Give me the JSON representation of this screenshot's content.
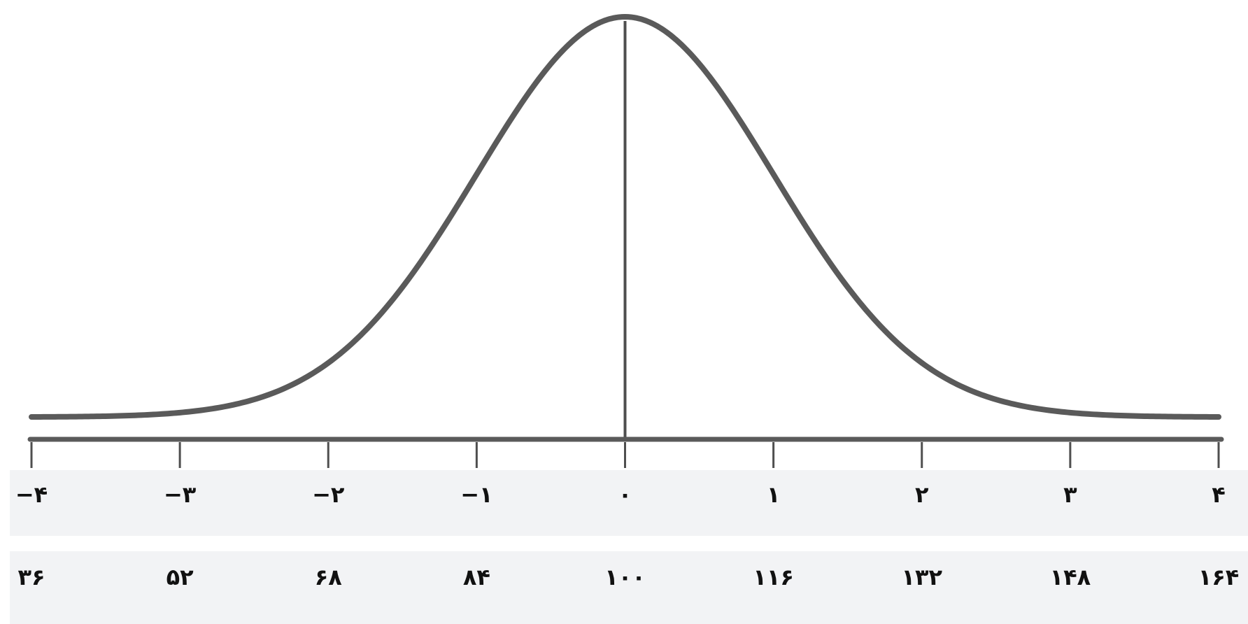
{
  "chart_data": {
    "type": "line",
    "title": "",
    "xlabel": "",
    "ylabel": "",
    "xlim": [
      -4,
      4
    ],
    "mean": 0,
    "std_dev": 1,
    "series": [
      {
        "x": [
          -4,
          -3,
          -2,
          -1,
          0,
          1,
          2,
          3,
          4
        ],
        "y": [
          0.0001,
          0.0044,
          0.054,
          0.242,
          0.399,
          0.242,
          0.054,
          0.0044,
          0.0001
        ]
      }
    ],
    "tick_values": [
      -4,
      -3,
      -2,
      -1,
      0,
      1,
      2,
      3,
      4
    ],
    "z_labels": [
      "−۴",
      "−۳",
      "−۲",
      "−۱",
      "۰",
      "۱",
      "۲",
      "۳",
      "۴"
    ],
    "score_labels": [
      "۳۶",
      "۵۲",
      "۶۸",
      "۸۴",
      "۱۰۰",
      "۱۱۶",
      "۱۳۲",
      "۱۴۸",
      "۱۶۴"
    ],
    "colors": {
      "curve": "#5a5a5a",
      "axis": "#5a5a5a",
      "band": "#f2f3f5",
      "label": "#111111"
    }
  }
}
